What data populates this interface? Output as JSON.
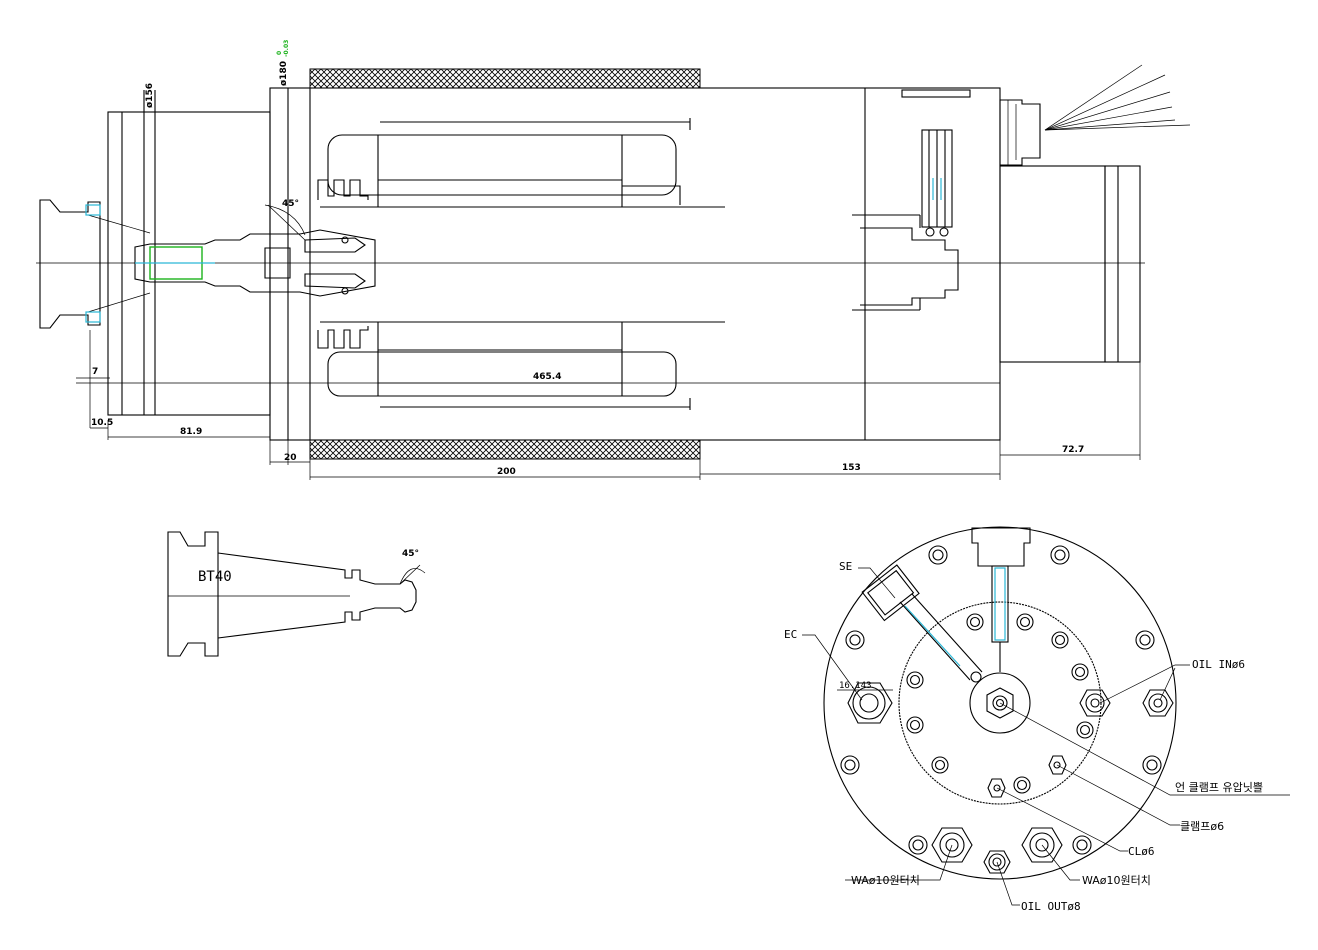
{
  "side_view": {
    "dimensions": {
      "d_156": "ø156",
      "d_180": "ø180",
      "d_180_tol_upper": "0",
      "d_180_tol_lower": "-0.03",
      "dim_10_5": "10.5",
      "dim_81_9": "81.9",
      "dim_7": "7",
      "dim_20": "20",
      "dim_200": "200",
      "dim_153": "153",
      "dim_72_7": "72.7",
      "dim_465_4": "465.4",
      "angle_45": "45°"
    },
    "accent_color": "#1db31d",
    "cyan_color": "#2ab7d6"
  },
  "tool_holder": {
    "label": "BT40",
    "angle_45": "45°"
  },
  "rear_view": {
    "labels": {
      "se": "SE",
      "ec": "EC",
      "ec_dim": "16.143",
      "oil_in": "OIL INø6",
      "unclamp_nipple": "언 클램프 유압닛쁠",
      "clamp": "클램프ø6",
      "cl": "CLø6",
      "wa_left": "WAø10원터치",
      "wa_right": "WAø10원터치",
      "oil_out": "OIL OUTø8"
    }
  }
}
